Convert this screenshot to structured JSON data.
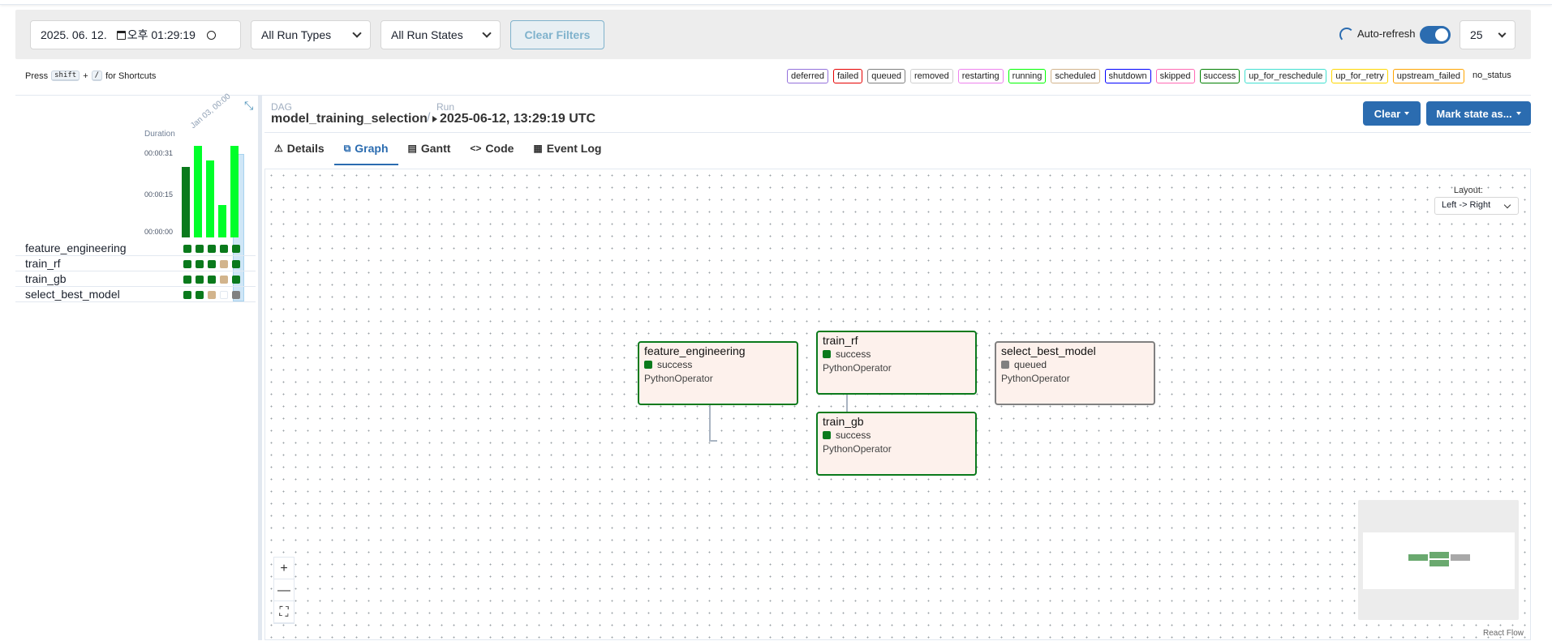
{
  "filters": {
    "date_value": "2025. 06. 12.",
    "time_value": "오후 01:29:19",
    "run_types": "All Run Types",
    "run_states": "All Run States",
    "clear_filters": "Clear Filters",
    "auto_refresh": "Auto-refresh",
    "num_runs": "25"
  },
  "shortcuts": {
    "press": "Press",
    "key1": "shift",
    "plus": "+",
    "key2": "/",
    "suffix": "for Shortcuts"
  },
  "legend": [
    "deferred",
    "failed",
    "queued",
    "removed",
    "restarting",
    "running",
    "scheduled",
    "shutdown",
    "skipped",
    "success",
    "up_for_reschedule",
    "up_for_retry",
    "upstream_failed",
    "no_status"
  ],
  "legend_colors": [
    "#9370db",
    "#e60000",
    "#808080",
    "#cfcfcf",
    "#ee82ee",
    "#00ff00",
    "#d2b48c",
    "#0000ff",
    "#ff69b4",
    "#008000",
    "#40e0d0",
    "#ffd700",
    "#ffa500",
    "#ffffff"
  ],
  "grid": {
    "duration_label": "Duration",
    "y_ticks": [
      "00:00:31",
      "00:00:15",
      "00:00:00"
    ],
    "run_date_label": "Jan 03, 00:00",
    "run_durations_sec": [
      24,
      31,
      26,
      11,
      31
    ],
    "run_colors": [
      "#0a7a1c",
      "#00ff2a",
      "#00ff2a",
      "#00ff2a",
      "#00ff2a"
    ],
    "tasks": [
      {
        "name": "feature_engineering",
        "states": [
          "success",
          "success",
          "success",
          "success",
          "success"
        ]
      },
      {
        "name": "train_rf",
        "states": [
          "success",
          "success",
          "success",
          "scheduled",
          "success"
        ]
      },
      {
        "name": "train_gb",
        "states": [
          "success",
          "success",
          "success",
          "scheduled",
          "success"
        ]
      },
      {
        "name": "select_best_model",
        "states": [
          "success",
          "success",
          "scheduled",
          "none",
          "queued"
        ]
      }
    ]
  },
  "header": {
    "dag_label": "DAG",
    "dag_name": "model_training_selection",
    "slash": "/",
    "run_label": "Run",
    "run_name": "2025-06-12, 13:29:19 UTC",
    "clear_btn": "Clear",
    "mark_btn": "Mark state as..."
  },
  "tabs": [
    {
      "icon": "⚠",
      "label": "Details"
    },
    {
      "icon": "⧉",
      "label": "Graph"
    },
    {
      "icon": "▤",
      "label": "Gantt"
    },
    {
      "icon": "<>",
      "label": "Code"
    },
    {
      "icon": "▦",
      "label": "Event Log"
    }
  ],
  "graph": {
    "layout_label": "Layout:",
    "layout_value": "Left -> Right",
    "react_flow": "React Flow",
    "nodes": [
      {
        "name": "feature_engineering",
        "state": "success",
        "operator": "PythonOperator"
      },
      {
        "name": "train_rf",
        "state": "success",
        "operator": "PythonOperator"
      },
      {
        "name": "train_gb",
        "state": "success",
        "operator": "PythonOperator"
      },
      {
        "name": "select_best_model",
        "state": "queued",
        "operator": "PythonOperator"
      }
    ]
  }
}
